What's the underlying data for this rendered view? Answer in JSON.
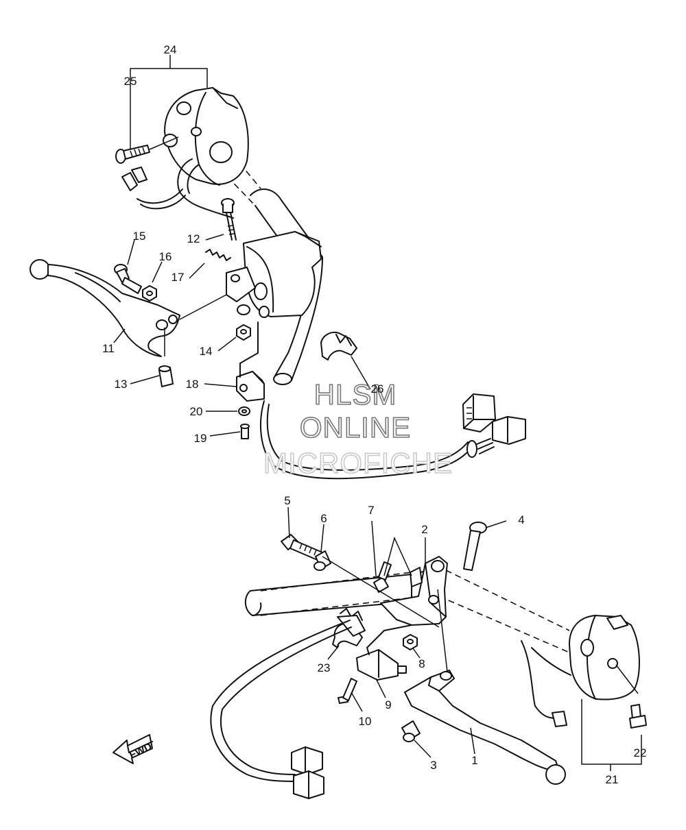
{
  "watermark": {
    "line1": "HLSM",
    "line2": "ONLINE",
    "line3": "MICROFICHE"
  },
  "direction_marker": "FWD",
  "callouts": {
    "c1": "1",
    "c2": "2",
    "c3": "3",
    "c4": "4",
    "c5": "5",
    "c6": "6",
    "c7": "7",
    "c8": "8",
    "c9": "9",
    "c10": "10",
    "c11": "11",
    "c12": "12",
    "c13": "13",
    "c14": "14",
    "c15": "15",
    "c16": "16",
    "c17": "17",
    "c18": "18",
    "c19": "19",
    "c20": "20",
    "c21": "21",
    "c22": "22",
    "c23": "23",
    "c24": "24",
    "c25": "25",
    "c26": "26"
  },
  "colors": {
    "ink": "#111111",
    "background": "#ffffff",
    "watermark_dark": "#777777",
    "watermark_light": "#c8c8c8"
  }
}
